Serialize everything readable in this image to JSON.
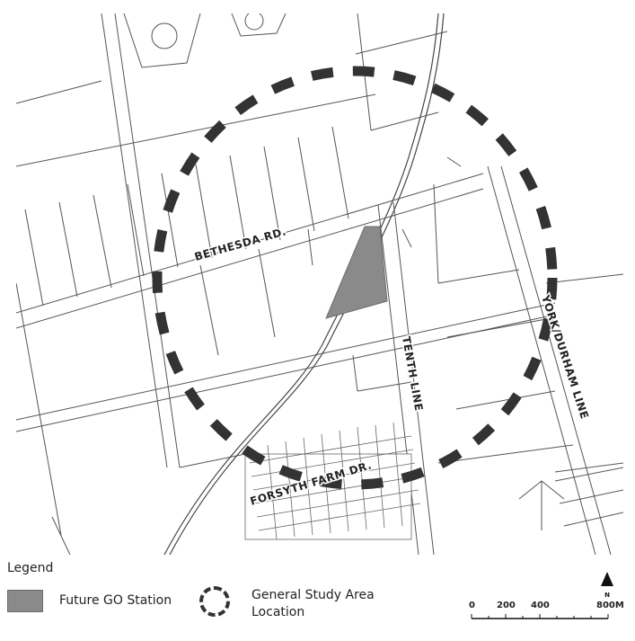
{
  "map": {
    "road_labels": {
      "bethesda": "BETHESDA RD.",
      "tenth_line": "TENTH LINE",
      "york_durham": "YORK/DURHAM LINE",
      "forsyth": "FORSYTH FARM DR."
    },
    "colors": {
      "road": "#444444",
      "station": "#8a8a8a",
      "study_ring": "#333333"
    }
  },
  "legend": {
    "title": "Legend",
    "station_label": "Future GO Station",
    "study_label": "General Study Area Location"
  },
  "scale": {
    "labels": [
      "0",
      "200",
      "400",
      "800M"
    ],
    "north_label": "N"
  }
}
